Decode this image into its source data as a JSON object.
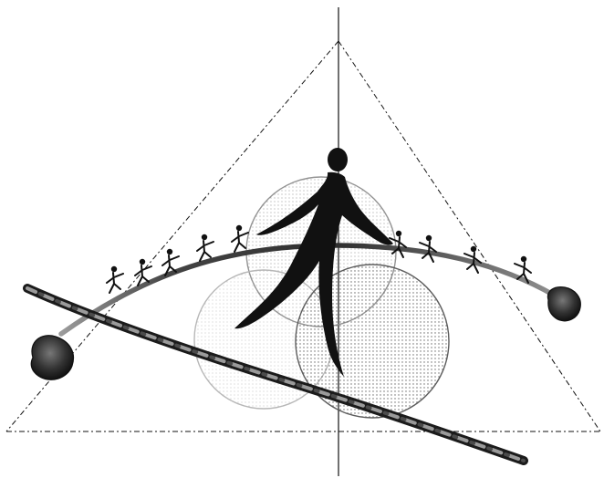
{
  "illustration": {
    "colors": {
      "background": "#ffffff",
      "ink": "#111111",
      "dark_gray": "#4a4a4a",
      "mid_gray": "#8c8c8c",
      "light_gray": "#cfcfcf"
    },
    "elements": [
      "triangle-outline",
      "vertical-axis-line",
      "overlapping-dotted-circles",
      "curved-beam",
      "tightrope-walker-figure",
      "small-human-figures",
      "twisted-rope",
      "end-weights"
    ]
  }
}
